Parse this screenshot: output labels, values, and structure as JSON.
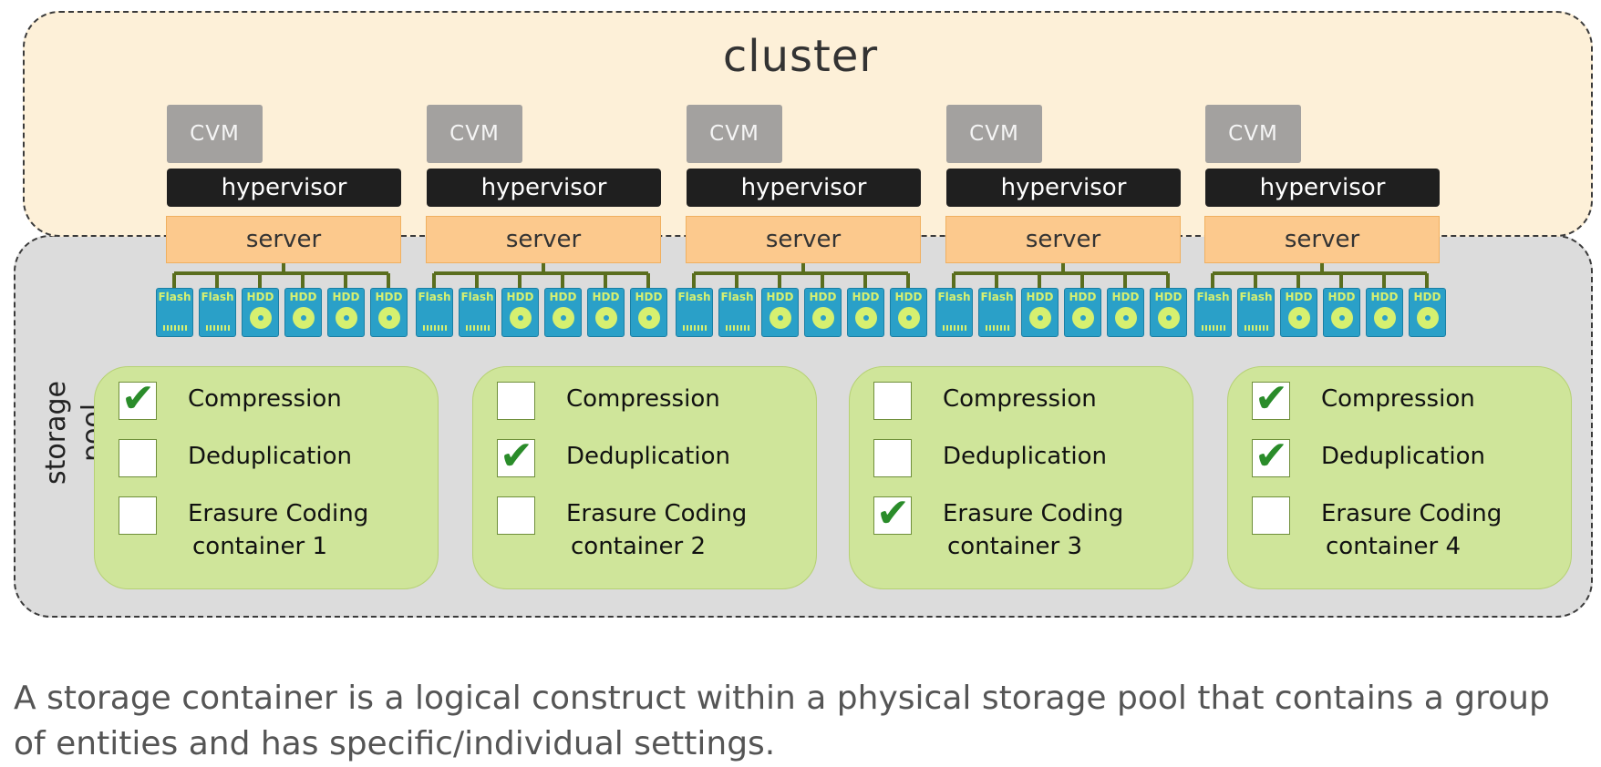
{
  "cluster_label": "cluster",
  "pool_label": "storage pool",
  "cvm_label": "CVM",
  "hypervisor_label": "hypervisor",
  "server_label": "server",
  "disk_labels": {
    "flash": "Flash",
    "hdd": "HDD"
  },
  "nodes": [
    {
      "disks": [
        "Flash",
        "Flash",
        "HDD",
        "HDD",
        "HDD",
        "HDD"
      ]
    },
    {
      "disks": [
        "Flash",
        "Flash",
        "HDD",
        "HDD",
        "HDD",
        "HDD"
      ]
    },
    {
      "disks": [
        "Flash",
        "Flash",
        "HDD",
        "HDD",
        "HDD",
        "HDD"
      ]
    },
    {
      "disks": [
        "Flash",
        "Flash",
        "HDD",
        "HDD",
        "HDD",
        "HDD"
      ]
    },
    {
      "disks": [
        "Flash",
        "Flash",
        "HDD",
        "HDD",
        "HDD",
        "HDD"
      ]
    }
  ],
  "option_labels": [
    "Compression",
    "Deduplication",
    "Erasure Coding"
  ],
  "containers": [
    {
      "name": "container 1",
      "checked": [
        true,
        false,
        false
      ]
    },
    {
      "name": "container 2",
      "checked": [
        false,
        true,
        false
      ]
    },
    {
      "name": "container 3",
      "checked": [
        false,
        false,
        true
      ]
    },
    {
      "name": "container 4",
      "checked": [
        true,
        true,
        false
      ]
    }
  ],
  "caption": "A storage container is a logical construct within a physical storage pool that contains a group of entities and has specific/individual settings.",
  "colors": {
    "cluster_bg": "#fdf0d8",
    "pool_bg": "#dcdcdc",
    "cvm": "#a3a19f",
    "hypervisor": "#1f1f1f",
    "server": "#fcc98d",
    "disk": "#2aa0c8",
    "disk_accent": "#d6f070",
    "container_bg": "#cfe59a",
    "check": "#2a8c2a",
    "connector": "#5a6e1e"
  }
}
